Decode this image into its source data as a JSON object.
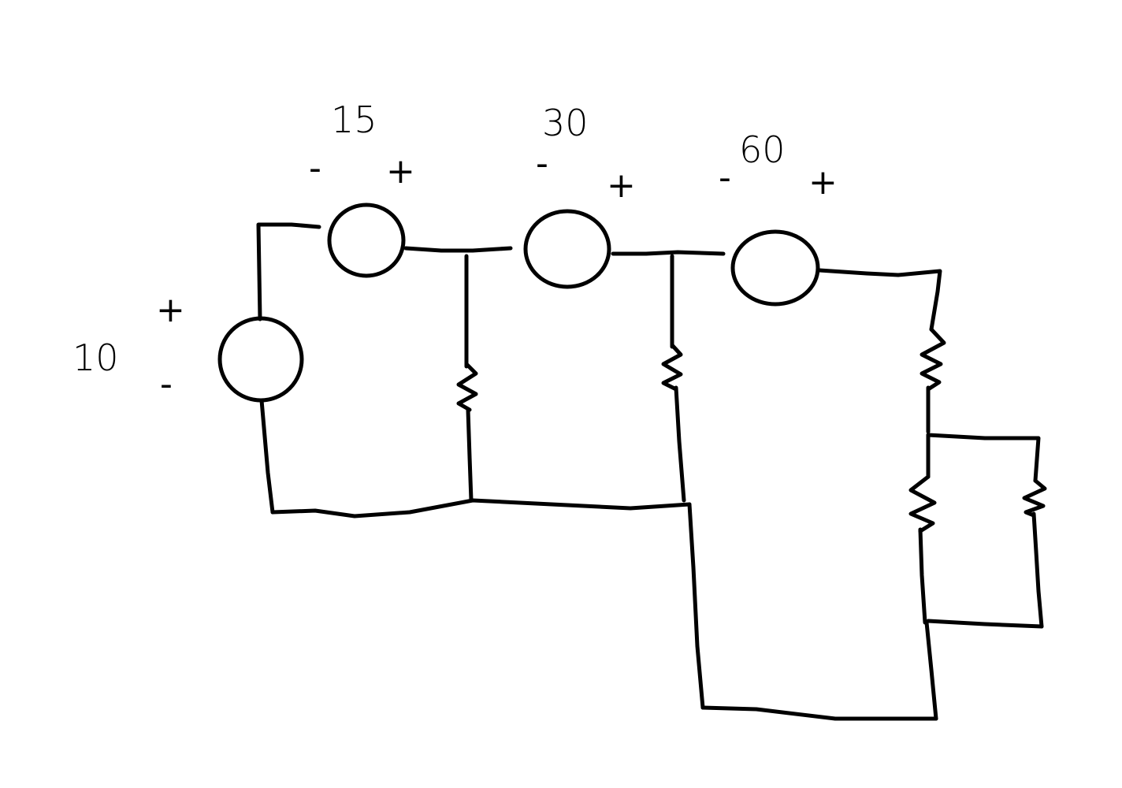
{
  "sources": [
    {
      "id": "s10",
      "value": "10",
      "plus": "+",
      "minus": "-"
    },
    {
      "id": "s15",
      "value": "15",
      "plus": "+",
      "minus": "-"
    },
    {
      "id": "s30",
      "value": "30",
      "plus": "+",
      "minus": "-"
    },
    {
      "id": "s60",
      "value": "60",
      "plus": "+",
      "minus": "-"
    }
  ],
  "colors": {
    "ink": "#000000",
    "background": "#ffffff"
  }
}
